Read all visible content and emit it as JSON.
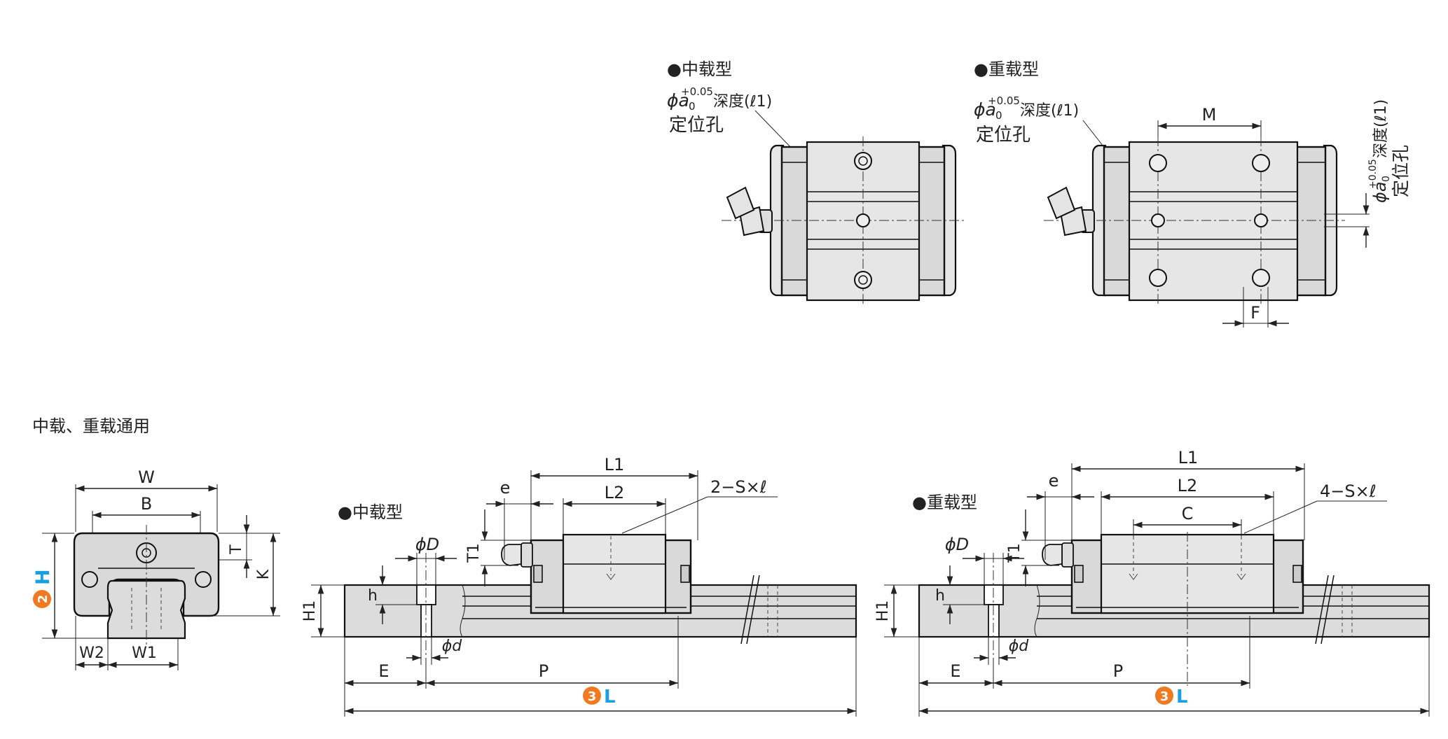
{
  "colors": {
    "accent_orange": "#f07a22",
    "accent_blue": "#1a9fe0",
    "line": "#111111",
    "fill": "#d9d9d9"
  },
  "top_views": {
    "medium": {
      "title": "●中载型",
      "hole_phi": "ϕa",
      "hole_tol_upper": "+0.05",
      "hole_tol_lower": "0",
      "hole_depth": "深度(ℓ1)",
      "hole_name": "定位孔"
    },
    "heavy": {
      "title": "●重载型",
      "hole_phi": "ϕa",
      "hole_tol_upper": "+0.05",
      "hole_tol_lower": "0",
      "hole_depth": "深度(ℓ1)",
      "hole_name": "定位孔",
      "dim_m": "M",
      "dim_f": "F",
      "side_label_1": "ϕa",
      "side_tol_upper": "+0.05",
      "side_tol_lower": "0",
      "side_label_2": "深度(ℓ1)",
      "side_label_3": "定位孔"
    }
  },
  "common_label": "中载、重载通用",
  "end_view": {
    "dim_w": "W",
    "dim_b": "B",
    "dim_t": "T",
    "dim_k": "K",
    "dim_w2": "W2",
    "dim_w1": "W1",
    "badge_h_num": "2",
    "badge_h_text": "H"
  },
  "side_medium": {
    "title": "●中载型",
    "dim_l1": "L1",
    "dim_l2": "L2",
    "dim_e_small": "e",
    "dim_t1": "T1",
    "dim_phi_d_big": "ϕD",
    "dim_h": "h",
    "dim_h1": "H1",
    "dim_phi_d_small": "ϕd",
    "dim_e": "E",
    "dim_p": "P",
    "screw": "2−S×ℓ",
    "badge_l_num": "3",
    "badge_l_text": "L"
  },
  "side_heavy": {
    "title": "●重载型",
    "dim_l1": "L1",
    "dim_l2": "L2",
    "dim_c": "C",
    "dim_e_small": "e",
    "dim_t1": "T1",
    "dim_phi_d_big": "ϕD",
    "dim_h": "h",
    "dim_h1": "H1",
    "dim_phi_d_small": "ϕd",
    "dim_e": "E",
    "dim_p": "P",
    "screw": "4−S×ℓ",
    "badge_l_num": "3",
    "badge_l_text": "L"
  }
}
